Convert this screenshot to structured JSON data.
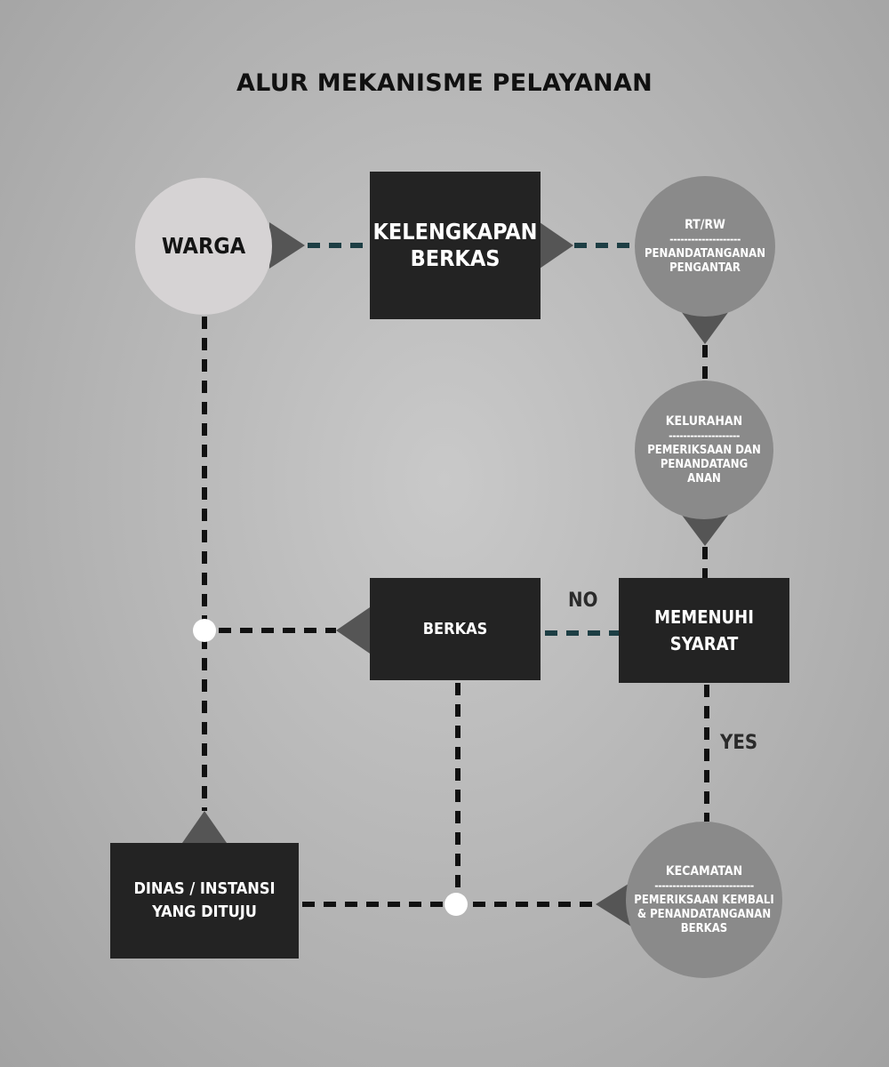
{
  "title": "ALUR MEKANISME PELAYANAN",
  "nodes": {
    "warga": {
      "label": "WARGA"
    },
    "kelengkapan": {
      "line1": "KELENGKAPAN",
      "line2": "BERKAS"
    },
    "rtrw": {
      "title": "RT/RW",
      "separator": "--------------------",
      "line1": "PENANDATANGANAN",
      "line2": "PENGANTAR"
    },
    "kelurahan": {
      "title": "KELURAHAN",
      "separator": "--------------------",
      "line1": "PEMERIKSAAN DAN",
      "line2": "PENANDATANG",
      "line3": "ANAN"
    },
    "memenuhi": {
      "line1": "MEMENUHI",
      "line2": "SYARAT"
    },
    "berkas": {
      "label": "BERKAS"
    },
    "kecamatan": {
      "title": "KECAMATAN",
      "separator": "----------------------------",
      "line1": "PEMERIKSAAN KEMBALI",
      "line2": "& PENANDATANGANAN",
      "line3": "BERKAS"
    },
    "dinas": {
      "line1": "DINAS / INSTANSI",
      "line2": "YANG DITUJU"
    }
  },
  "edge_labels": {
    "no": "NO",
    "yes": "YES"
  },
  "colors": {
    "box": "#232323",
    "circle_light": "#d6d3d4",
    "circle_mid": "#8a8a8a",
    "arrow": "#555555",
    "dash_black": "#111111",
    "dash_teal": "#1d3e44",
    "junction": "#ffffff"
  }
}
